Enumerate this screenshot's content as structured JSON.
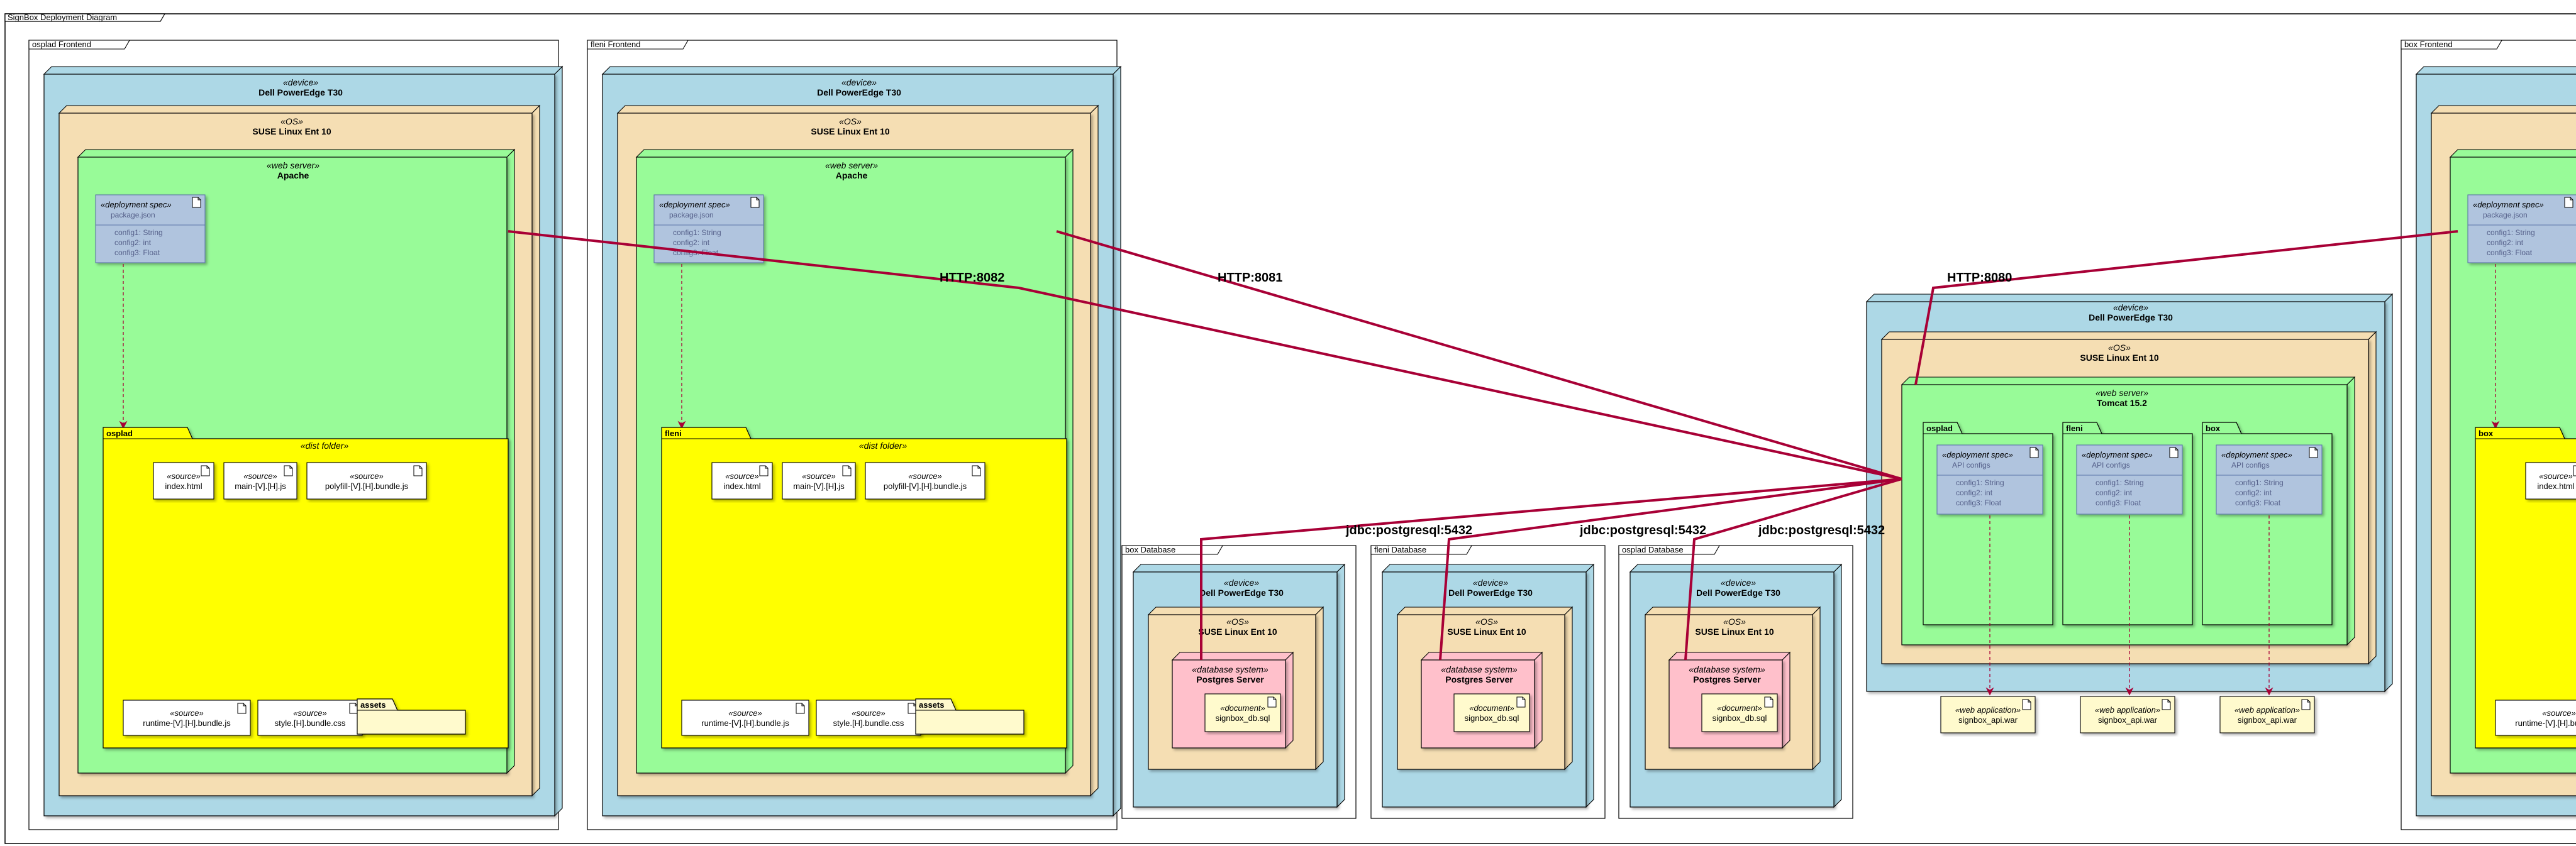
{
  "diagram": {
    "title": "SignBox Deployment Diagram",
    "colors": {
      "device": "#add8e6",
      "os": "#f5deb3",
      "webserver": "#98fb98",
      "dbsystem": "#ffc0cb",
      "folder": "#ffff00",
      "spec": "#b0c4de",
      "artifact": "#fffacd",
      "link": "#a80036",
      "dependency": "#a80036"
    },
    "labels": {
      "device_stereo": "«device»",
      "device_name": "Dell PowerEdge T30",
      "os_stereo": "«OS»",
      "os_name": "SUSE Linux Ent 10",
      "webserver_stereo": "«web server»",
      "apache": "Apache",
      "tomcat": "Tomcat 15.2",
      "dbsystem_stereo": "«database system»",
      "postgres": "Postgres Server",
      "deployment_spec_stereo": "«deployment spec»",
      "dist_folder_stereo": "«dist folder»",
      "source_stereo": "«source»",
      "document_stereo": "«document»",
      "webapp_stereo": "«web application»",
      "package_json": "package.json",
      "api_configs": "API configs",
      "config1": "config1: String",
      "config2": "config2: int",
      "config3": "config3: Float",
      "index_html": "index.html",
      "main_js": "main-[V].[H].js",
      "polyfill_js": "polyfill-[V].[H].bundle.js",
      "runtime_js": "runtime-[V].[H].bundle.js",
      "style_css": "style.[H].bundle.css",
      "assets": "assets",
      "signbox_db": "signbox_db.sql",
      "signbox_api": "signbox_api.war"
    },
    "frontends": [
      {
        "title": "osplad Frontend",
        "folder": "osplad",
        "link_label": "HTTP:8082"
      },
      {
        "title": "fleni Frontend",
        "folder": "fleni",
        "link_label": "HTTP:8081"
      },
      {
        "title": "box Frontend",
        "folder": "box",
        "link_label": "HTTP:8080"
      }
    ],
    "databases": [
      {
        "title": "box Database",
        "link_label": "jdbc:postgresql:5432"
      },
      {
        "title": "fleni Database",
        "link_label": "jdbc:postgresql:5432"
      },
      {
        "title": "osplad Database",
        "link_label": "jdbc:postgresql:5432"
      }
    ],
    "tomcat_packages": [
      "osplad",
      "fleni",
      "box"
    ]
  }
}
